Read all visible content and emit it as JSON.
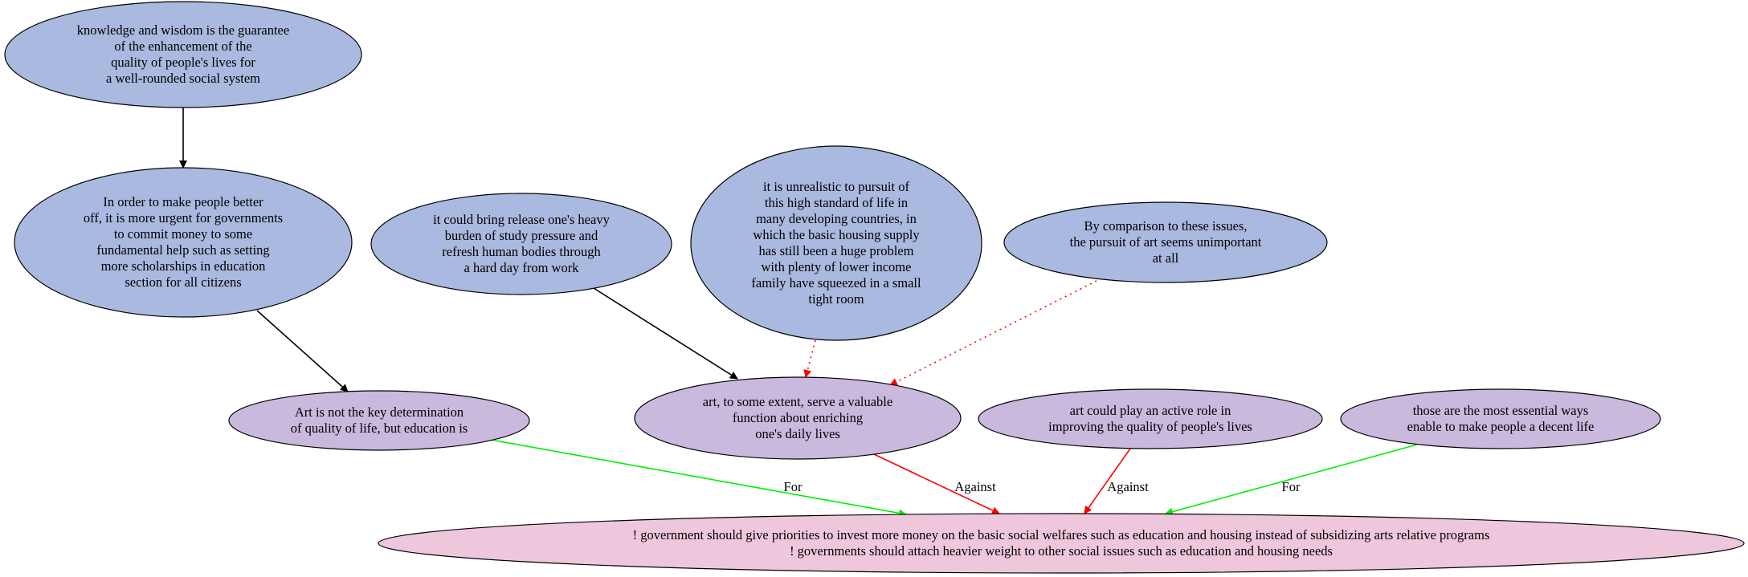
{
  "colors": {
    "premise_fill": "#a9b9df",
    "claim_fill": "#c9b9dd",
    "conclusion_fill": "#eec7dc",
    "support_edge": "#000000",
    "attack_edge": "#ff0000",
    "for_edge": "#00ee00",
    "against_edge": "#ff0000"
  },
  "nodes": [
    {
      "id": "n1",
      "kind": "premise",
      "lines": [
        "knowledge and wisdom is the guarantee",
        "of the enhancement of the",
        "quality of people's lives for",
        "a well-rounded social system"
      ]
    },
    {
      "id": "n2",
      "kind": "premise",
      "lines": [
        "In order to make people better",
        "off, it is more urgent for governments",
        "to commit money to some",
        "fundamental help such as setting",
        "more scholarships in education",
        "section for all citizens"
      ]
    },
    {
      "id": "n3",
      "kind": "premise",
      "lines": [
        "it could bring release one's heavy",
        "burden of study pressure and",
        "refresh human bodies through",
        "a hard day from work"
      ]
    },
    {
      "id": "n4",
      "kind": "premise",
      "lines": [
        "it is unrealistic to pursuit of",
        "this high standard of life in",
        "many developing countries, in",
        "which the basic housing supply",
        "has still been a huge problem",
        "with plenty of lower income",
        "family have squeezed in a small",
        "tight room"
      ]
    },
    {
      "id": "n5",
      "kind": "premise",
      "lines": [
        "By comparison to these issues,",
        "the pursuit of art seems unimportant",
        "at all"
      ]
    },
    {
      "id": "c1",
      "kind": "claim",
      "lines": [
        "Art is not the key determination",
        "of quality of life, but education is"
      ]
    },
    {
      "id": "c2",
      "kind": "claim",
      "lines": [
        "art, to some extent, serve a valuable",
        "function about enriching",
        "one's daily lives"
      ]
    },
    {
      "id": "c3",
      "kind": "claim",
      "lines": [
        "art could play an active role in",
        "improving the quality of people's lives"
      ]
    },
    {
      "id": "c4",
      "kind": "claim",
      "lines": [
        "those are the most essential ways",
        "enable to make people a decent life"
      ]
    },
    {
      "id": "root",
      "kind": "conclusion",
      "lines": [
        "! government should give priorities to invest more money on the basic social welfares such as education and housing instead of subsidizing arts relative programs",
        "! governments should attach heavier weight to other social issues such as education and housing needs"
      ]
    }
  ],
  "edges": [
    {
      "id": "e1",
      "from": "n1",
      "to": "n2",
      "style": "support",
      "label": ""
    },
    {
      "id": "e2",
      "from": "n2",
      "to": "c1",
      "style": "support",
      "label": ""
    },
    {
      "id": "e3",
      "from": "n3",
      "to": "c2",
      "style": "support",
      "label": ""
    },
    {
      "id": "e4",
      "from": "n4",
      "to": "c2",
      "style": "attack",
      "label": ""
    },
    {
      "id": "e5",
      "from": "n5",
      "to": "c2",
      "style": "attack",
      "label": ""
    },
    {
      "id": "e6",
      "from": "c1",
      "to": "root",
      "style": "for",
      "label": "For"
    },
    {
      "id": "e7",
      "from": "c2",
      "to": "root",
      "style": "against",
      "label": "Against"
    },
    {
      "id": "e8",
      "from": "c3",
      "to": "root",
      "style": "against",
      "label": "Against"
    },
    {
      "id": "e9",
      "from": "c4",
      "to": "root",
      "style": "for",
      "label": "For"
    }
  ]
}
